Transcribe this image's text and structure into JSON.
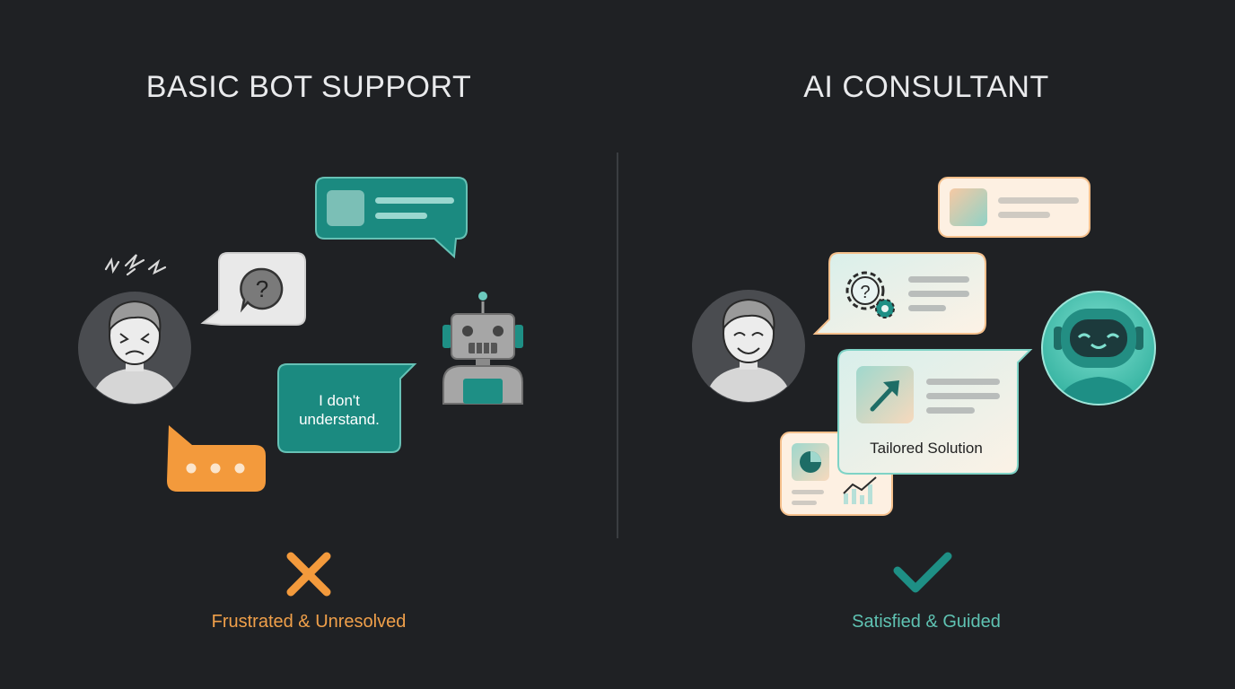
{
  "left_panel": {
    "title": "BASIC BOT SUPPORT",
    "bot_reply": "I don't",
    "bot_reply_line2": "understand.",
    "result_icon": "x-mark-icon",
    "caption": "Frustrated & Unresolved",
    "accent_color": "#f0a04a"
  },
  "right_panel": {
    "title": "AI CONSULTANT",
    "solution_label": "Tailored Solution",
    "result_icon": "checkmark-icon",
    "caption": "Satisfied & Guided",
    "accent_color": "#5fc3b3"
  },
  "colors": {
    "background": "#1f2124",
    "teal": "#1e8f85",
    "orange": "#f39a3c",
    "cream": "#fdf0e2"
  }
}
